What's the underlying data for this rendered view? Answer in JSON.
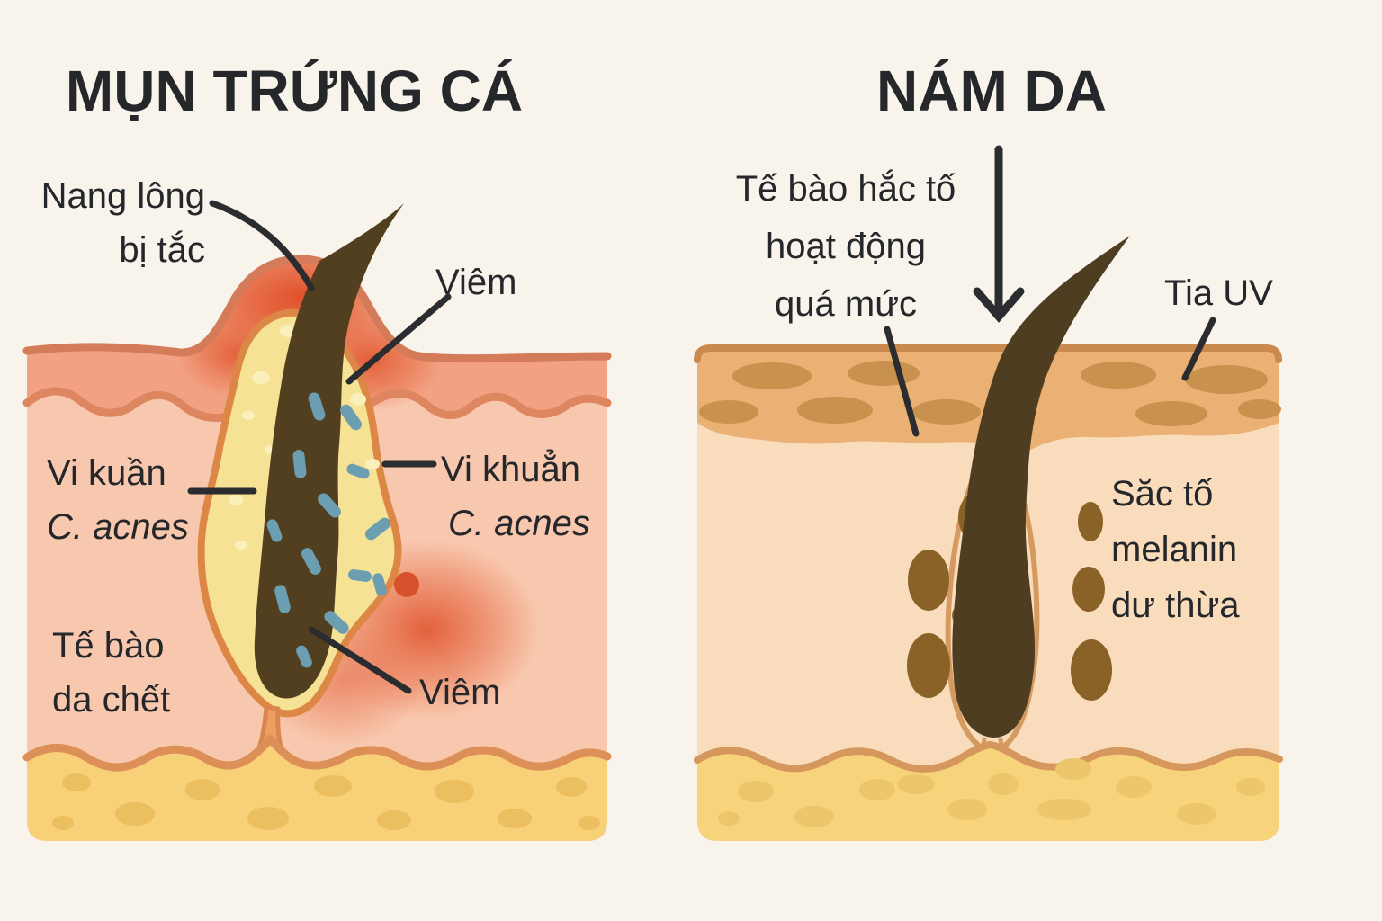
{
  "acne": {
    "title": "MỤN TRỨNG CÁ",
    "labels": {
      "clogged_follicle": "Nang lông\nbị tắc",
      "inflammation_top": "Viêm",
      "bacteria_left_name": "Vi kuần",
      "bacteria_left_species": "C. acnes",
      "bacteria_right_name": "Vi khuẳn",
      "bacteria_right_species": "C. acnes",
      "dead_skin": "Tế bào\nda chết",
      "inflammation_bottom": "Viêm"
    }
  },
  "melasma": {
    "title": "NÁM DA",
    "labels": {
      "melanocytes": "Tế bào hắc tố\nhoạt động\nquá mức",
      "uv": "Tia UV",
      "melanin": "Săc tố\nmelanin\ndư thừa"
    }
  },
  "palette": {
    "background": "#F8F3EB",
    "text": "#25272A",
    "connector": "#2A2C2F",
    "epidermis_left": "#F2A283",
    "epidermis_left_outline": "#D47C59",
    "dermis_left": "#F8C8AE",
    "inflammation_red": "#E04E28",
    "sebum_sac": "#F6E294",
    "sac_outline": "#DD8746",
    "keratin_plug": "#513F20",
    "bacteria_blue": "#6C9EB1",
    "fat_layer_left": "#F7D077",
    "epidermis_right": "#EBB174",
    "epidermis_right_outline": "#CB8A4D",
    "melanin_spot": "#C8914D",
    "dermis_right": "#F8DCBB",
    "melanin_blob": "#8A6227",
    "hair_bulb": "#4E3D20",
    "follicle_outline": "#D59A60",
    "fat_layer_right": "#F7D37C"
  }
}
